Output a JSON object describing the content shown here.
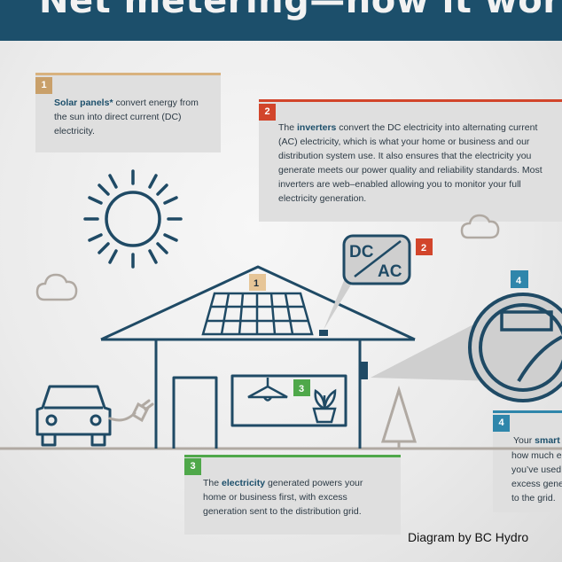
{
  "banner": {
    "title": "Net metering—how it works"
  },
  "cards": {
    "c1": {
      "num": "1",
      "kw": "Solar panels*",
      "text": " convert energy from the sun into direct current (DC) electricity."
    },
    "c2": {
      "num": "2",
      "pre": "The ",
      "kw": "inverters",
      "text": " convert the DC electricity into alternating current (AC) electricity, which is what your home or business and our distribution system use. It also ensures that the electricity you generate meets our power quality and reliability standards. Most inverters are web–enabled allowing you to monitor your full electricity generation."
    },
    "c3": {
      "num": "3",
      "pre": "The ",
      "kw": "electricity",
      "text": " generated powers your home or business first, with excess generation sent to the distribution grid."
    },
    "c4": {
      "num": "4",
      "pre": "Your ",
      "kw": "smart",
      "lines": [
        "how much e",
        "you’ve used",
        "excess gene",
        "to the grid."
      ]
    }
  },
  "illustration": {
    "inverter_dc": "DC",
    "inverter_ac": "AC",
    "marker_1": "1",
    "marker_2": "2",
    "marker_3": "3",
    "marker_4": "4"
  },
  "colors": {
    "navy": "#1c4f6b",
    "tan": "#d8b27e",
    "red": "#d2452b",
    "green": "#4fa84a",
    "teal": "#2f86ab",
    "line": "#1f4a65"
  },
  "credit": "Diagram by BC Hydro"
}
